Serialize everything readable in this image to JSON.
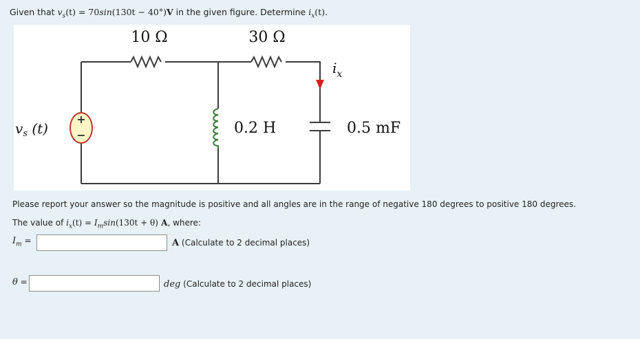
{
  "question": {
    "prefix": "Given that ",
    "vs_expr": "v",
    "vs_sub": "s",
    "vs_arg": "(t) = 70",
    "sin_text": "sin",
    "sin_arg": "(130t − 40°)",
    "unit_v": "V",
    "middle": " in the given figure. Determine ",
    "ix": "i",
    "ix_sub": "x",
    "ix_arg": "(t)",
    "suffix": "."
  },
  "figure": {
    "r1_label": "10 Ω",
    "r2_label": "30 Ω",
    "source_label_v": "v",
    "source_label_sub": "s",
    "source_label_arg": " (t)",
    "source_plus": "+",
    "source_minus": "−",
    "inductor_label": "0.2 H",
    "capacitor_label": "0.5 mF",
    "current_label": "i",
    "current_sub": "x",
    "colors": {
      "wire": "#3a3a3a",
      "source_fill": "#fff5c6",
      "source_stroke": "#c0392b",
      "arrow": "#d61f1f",
      "inductor": "#3f7a3f"
    }
  },
  "instructions": "Please report your answer so the magnitude is positive and all angles are in the range of negative 180 degrees to positive 180 degrees.",
  "value_line": {
    "prefix": "The value of ",
    "ix": "i",
    "ix_sub": "x",
    "ix_arg": "(t)",
    "eq": " = ",
    "im": "I",
    "im_sub": "m",
    "sin_text": "sin",
    "sin_arg": "(130t + θ)",
    "unit": " A",
    "suffix": ", where:"
  },
  "answers": {
    "im": {
      "label_I": "I",
      "label_sub": "m",
      "label_eq": " =",
      "value": "",
      "placeholder": "",
      "unit_bold": "A",
      "unit_note": " (Calculate to 2 decimal places)"
    },
    "theta": {
      "label_theta": "θ",
      "label_eq": " =",
      "value": "",
      "placeholder": "",
      "unit_italic": "deg",
      "unit_note": " (Calculate to 2 decimal places)"
    }
  }
}
